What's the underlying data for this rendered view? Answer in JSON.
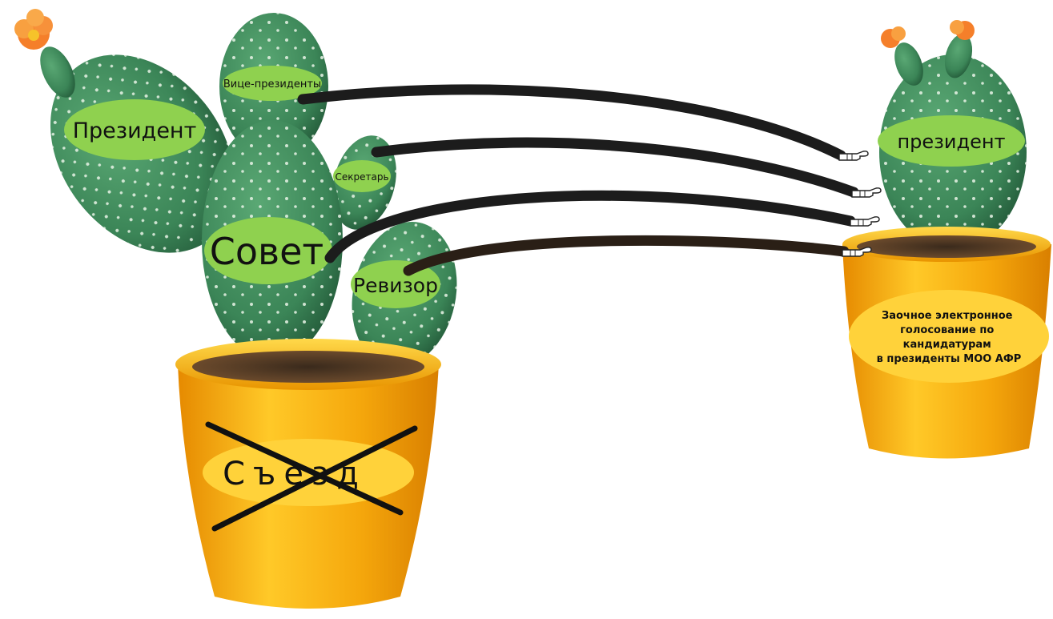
{
  "left_plant": {
    "pads": {
      "president": "Президент",
      "vice_presidents": "Вице-президенты",
      "secretary": "Секретарь",
      "council": "Совет",
      "auditor": "Ревизор"
    },
    "pot_label": "Съезд",
    "pot_label_crossed_out": true
  },
  "right_plant": {
    "pad_label": "президент",
    "pot_label_lines": [
      "Заочное электронное",
      "голосование по",
      "кандидатурам",
      "в президенты МОО АФР"
    ]
  },
  "connectors": [
    {
      "from": "Вице-президенты",
      "to": "президент"
    },
    {
      "from": "Секретарь",
      "to": "президент"
    },
    {
      "from": "Совет",
      "to": "президент"
    },
    {
      "from": "Ревизор",
      "to": "президент"
    }
  ],
  "colors": {
    "pad_green": "#3f8a5e",
    "pad_dark": "#2c6a45",
    "label_oval": "#8fd14f",
    "pot_orange": "#f1a40f",
    "pot_yellow": "#ffd23a",
    "flower_orange": "#f57f2a",
    "wire": "#1c1c1c"
  },
  "icons": [
    "cactus-left",
    "cactus-right",
    "flower-icon",
    "pointing-hand-icon"
  ]
}
